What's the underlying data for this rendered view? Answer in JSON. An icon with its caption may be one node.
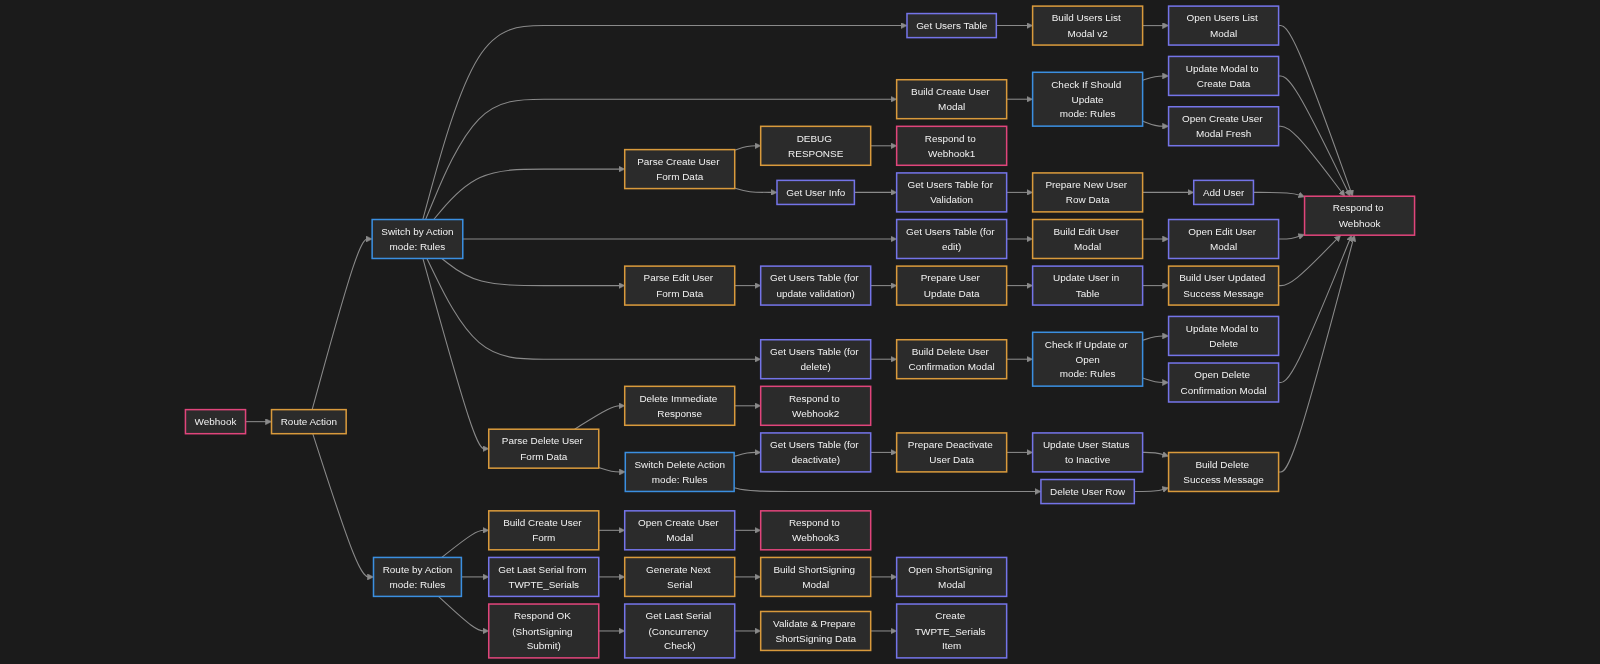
{
  "diagram": {
    "nodes": [
      {
        "text": [
          "Webhook"
        ]
      },
      {
        "text": [
          "Route Action"
        ]
      },
      {
        "text": [
          "Route by Action",
          "mode: Rules"
        ]
      },
      {
        "text": [
          "Build Create User Form"
        ]
      },
      {
        "text": [
          "Open Create User Modal"
        ]
      },
      {
        "text": [
          "Respond to Webhook3"
        ]
      },
      {
        "text": [
          "Get Last Serial from TWPTE_Serials"
        ]
      },
      {
        "text": [
          "Generate Next Serial"
        ]
      },
      {
        "text": [
          "Build ShortSigning Modal"
        ]
      },
      {
        "text": [
          "Open ShortSigning Modal"
        ]
      },
      {
        "text": [
          "Respond OK (ShortSigning Submit)"
        ]
      },
      {
        "text": [
          "Get Last Serial (Concurrency Check)"
        ]
      },
      {
        "text": [
          "Validate & Prepare ShortSigning Data"
        ]
      },
      {
        "text": [
          "Create TWPTE_Serials Item"
        ]
      },
      {
        "text": [
          "Switch by Action",
          "mode: Rules"
        ]
      },
      {
        "text": [
          "Get Users Table"
        ]
      },
      {
        "text": [
          "Build Users List Modal v2"
        ]
      },
      {
        "text": [
          "Open Users List Modal"
        ]
      },
      {
        "text": [
          "Build Create User Modal"
        ]
      },
      {
        "text": [
          "Check If Should Update",
          "mode: Rules"
        ]
      },
      {
        "text": [
          "Update Modal to Create Data"
        ]
      },
      {
        "text": [
          "Open Create User Modal Fresh"
        ]
      },
      {
        "text": [
          "Parse Create User Form Data"
        ]
      },
      {
        "text": [
          "DEBUG RESPONSE"
        ]
      },
      {
        "text": [
          "Respond to Webhook1"
        ]
      },
      {
        "text": [
          "Get User Info"
        ]
      },
      {
        "text": [
          "Get Users Table for Validation"
        ]
      },
      {
        "text": [
          "Prepare New User Row Data"
        ]
      },
      {
        "text": [
          "Add User"
        ]
      },
      {
        "text": [
          "Get Users Table (for edit)"
        ]
      },
      {
        "text": [
          "Build Edit User Modal"
        ]
      },
      {
        "text": [
          "Open Edit User Modal"
        ]
      },
      {
        "text": [
          "Parse Edit User Form Data"
        ]
      },
      {
        "text": [
          "Get Users Table (for update validation)"
        ]
      },
      {
        "text": [
          "Prepare User Update Data"
        ]
      },
      {
        "text": [
          "Update User in Table"
        ]
      },
      {
        "text": [
          "Build User Updated Success Message"
        ]
      },
      {
        "text": [
          "Get Users Table (for delete)"
        ]
      },
      {
        "text": [
          "Build Delete User Confirmation Modal"
        ]
      },
      {
        "text": [
          "Check If Update or Open",
          "mode: Rules"
        ]
      },
      {
        "text": [
          "Update Modal to Delete"
        ]
      },
      {
        "text": [
          "Open Delete Confirmation Modal"
        ]
      },
      {
        "text": [
          "Parse Delete User Form Data"
        ]
      },
      {
        "text": [
          "Delete Immediate Response"
        ]
      },
      {
        "text": [
          "Respond to Webhook2"
        ]
      },
      {
        "text": [
          "Switch Delete Action",
          "mode: Rules"
        ]
      },
      {
        "text": [
          "Get Users Table (for deactivate)"
        ]
      },
      {
        "text": [
          "Prepare Deactivate User Data"
        ]
      },
      {
        "text": [
          "Update User Status to Inactive"
        ]
      },
      {
        "text": [
          "Delete User Row"
        ]
      },
      {
        "text": [
          "Build Delete Success Message"
        ]
      },
      {
        "text": [
          "Respond to Webhook"
        ]
      }
    ],
    "edges": [
      {
        "from": 0,
        "to": 1,
        "arrow": "to"
      },
      {
        "from": 1,
        "to": 14,
        "arrow": "to"
      },
      {
        "from": 1,
        "to": 2,
        "arrow": "to"
      },
      {
        "from": 2,
        "to": 3,
        "arrow": "to"
      },
      {
        "from": 2,
        "to": 6,
        "arrow": "to"
      },
      {
        "from": 2,
        "to": 10,
        "arrow": "to"
      },
      {
        "from": 3,
        "to": 4,
        "arrow": "to"
      },
      {
        "from": 4,
        "to": 5,
        "arrow": "to"
      },
      {
        "from": 6,
        "to": 7,
        "arrow": "to"
      },
      {
        "from": 7,
        "to": 8,
        "arrow": "to"
      },
      {
        "from": 8,
        "to": 9,
        "arrow": "to"
      },
      {
        "from": 10,
        "to": 11,
        "arrow": "to"
      },
      {
        "from": 11,
        "to": 12,
        "arrow": "to"
      },
      {
        "from": 12,
        "to": 13,
        "arrow": "to"
      },
      {
        "from": 14,
        "to": 15,
        "arrow": "to"
      },
      {
        "from": 14,
        "to": 18,
        "arrow": "to"
      },
      {
        "from": 14,
        "to": 22,
        "arrow": "to"
      },
      {
        "from": 14,
        "to": 29,
        "arrow": "to"
      },
      {
        "from": 14,
        "to": 32,
        "arrow": "to"
      },
      {
        "from": 14,
        "to": 37,
        "arrow": "to"
      },
      {
        "from": 14,
        "to": 42,
        "arrow": "to"
      },
      {
        "from": 15,
        "to": 16,
        "arrow": "to"
      },
      {
        "from": 16,
        "to": 17,
        "arrow": "to"
      },
      {
        "from": 17,
        "to": 51,
        "arrow": "to"
      },
      {
        "from": 18,
        "to": 19,
        "arrow": "to"
      },
      {
        "from": 19,
        "to": 20,
        "arrow": "to"
      },
      {
        "from": 19,
        "to": 21,
        "arrow": "to"
      },
      {
        "from": 20,
        "to": 51,
        "arrow": "to"
      },
      {
        "from": 21,
        "to": 51,
        "arrow": "to"
      },
      {
        "from": 22,
        "to": 23,
        "arrow": "to"
      },
      {
        "from": 23,
        "to": 24,
        "arrow": "to"
      },
      {
        "from": 22,
        "to": 25,
        "arrow": "to"
      },
      {
        "from": 25,
        "to": 26,
        "arrow": "to"
      },
      {
        "from": 26,
        "to": 27,
        "arrow": "to"
      },
      {
        "from": 27,
        "to": 28,
        "arrow": "to"
      },
      {
        "from": 28,
        "to": 51,
        "arrow": "to"
      },
      {
        "from": 29,
        "to": 30,
        "arrow": "to"
      },
      {
        "from": 30,
        "to": 31,
        "arrow": "to"
      },
      {
        "from": 31,
        "to": 51,
        "arrow": "to"
      },
      {
        "from": 32,
        "to": 33,
        "arrow": "to"
      },
      {
        "from": 33,
        "to": 34,
        "arrow": "to"
      },
      {
        "from": 34,
        "to": 35,
        "arrow": "to"
      },
      {
        "from": 35,
        "to": 36,
        "arrow": "to"
      },
      {
        "from": 36,
        "to": 51,
        "arrow": "to"
      },
      {
        "from": 37,
        "to": 38,
        "arrow": "to"
      },
      {
        "from": 38,
        "to": 39,
        "arrow": "to"
      },
      {
        "from": 39,
        "to": 40,
        "arrow": "to"
      },
      {
        "from": 39,
        "to": 41,
        "arrow": "to"
      },
      {
        "from": 41,
        "to": 51,
        "arrow": "to"
      },
      {
        "from": 42,
        "to": 43,
        "arrow": "to"
      },
      {
        "from": 43,
        "to": 44,
        "arrow": "to"
      },
      {
        "from": 42,
        "to": 45,
        "arrow": "to"
      },
      {
        "from": 45,
        "to": 46,
        "arrow": "to"
      },
      {
        "from": 46,
        "to": 47,
        "arrow": "to"
      },
      {
        "from": 47,
        "to": 48,
        "arrow": "to"
      },
      {
        "from": 48,
        "to": 50,
        "arrow": "to"
      },
      {
        "from": 45,
        "to": 49,
        "arrow": "to"
      },
      {
        "from": 49,
        "to": 50,
        "arrow": "to"
      },
      {
        "from": 50,
        "to": 51,
        "arrow": "to"
      }
    ]
  }
}
